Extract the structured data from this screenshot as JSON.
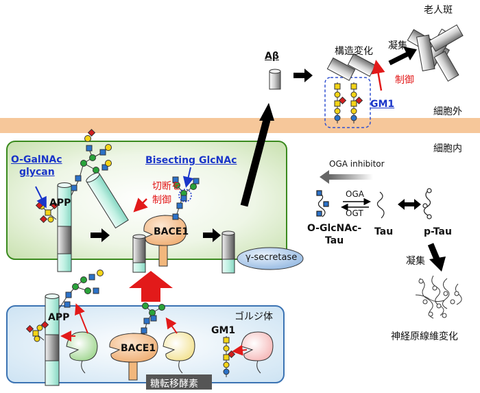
{
  "regions": {
    "outside": "細胞外",
    "inside": "細胞内",
    "golgi": "ゴルジ体"
  },
  "labels": {
    "o_galnac_glycan": [
      "O-GalNAc",
      "glycan"
    ],
    "app_upper": "APP",
    "app_lower": "APP",
    "bisecting_glcnac": "Bisecting GlcNAc",
    "cleavage_control": [
      "切断を",
      "制御"
    ],
    "bace1_upper": "BACE1",
    "bace1_lower": "BACE1",
    "gamma_secretase": "γ-secretase",
    "abeta": "Aβ",
    "conformation_change": "構造変化",
    "control": "制御",
    "gm1_outside": "GM1",
    "gm1_golgi": "GM1",
    "aggregation_plaque": "凝集",
    "senile_plaque": "老人斑",
    "oga_inhibitor": "OGA inhibitor",
    "oga": "OGA",
    "ogt": "OGT",
    "o_glcnac_tau": [
      "O-GlcNAc-",
      "Tau"
    ],
    "tau": "Tau",
    "p_tau": "p-Tau",
    "aggregation_tau": "凝集",
    "nft": "神経原線維変化",
    "glycosyltransferase": "糖転移酵素"
  },
  "colors": {
    "membrane": "#f6c79a",
    "inner_box_fill": "#dbeac7",
    "inner_box_stroke": "#3a8a1e",
    "golgi_fill": "#dcebf6",
    "golgi_stroke": "#3b73b3",
    "blue_text": "#1a35c9",
    "red": "#e21a1a",
    "bace1": "#f7c89b",
    "gamma": "#b9d2ee"
  }
}
